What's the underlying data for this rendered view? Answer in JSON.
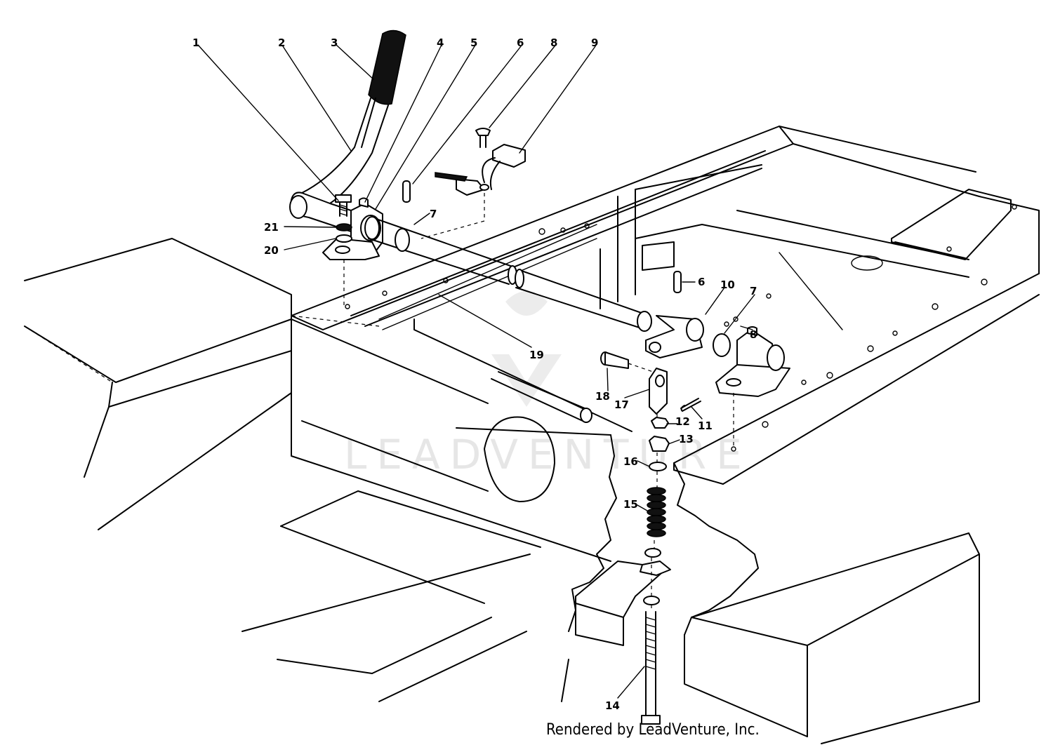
{
  "watermark": "LEADVENTURE",
  "credit": "Rendered by LeadVenture, Inc.",
  "callouts": [
    {
      "id": "1",
      "label": "1"
    },
    {
      "id": "2",
      "label": "2"
    },
    {
      "id": "3",
      "label": "3"
    },
    {
      "id": "4",
      "label": "4"
    },
    {
      "id": "5",
      "label": "5"
    },
    {
      "id": "6a",
      "label": "6"
    },
    {
      "id": "8a",
      "label": "8"
    },
    {
      "id": "9",
      "label": "9"
    },
    {
      "id": "7a",
      "label": "7"
    },
    {
      "id": "21",
      "label": "21"
    },
    {
      "id": "20",
      "label": "20"
    },
    {
      "id": "6b",
      "label": "6"
    },
    {
      "id": "10",
      "label": "10"
    },
    {
      "id": "7b",
      "label": "7"
    },
    {
      "id": "8b",
      "label": "8"
    },
    {
      "id": "19",
      "label": "19"
    },
    {
      "id": "18",
      "label": "18"
    },
    {
      "id": "17",
      "label": "17"
    },
    {
      "id": "12",
      "label": "12"
    },
    {
      "id": "11",
      "label": "11"
    },
    {
      "id": "13",
      "label": "13"
    },
    {
      "id": "16",
      "label": "16"
    },
    {
      "id": "15",
      "label": "15"
    },
    {
      "id": "14",
      "label": "14"
    }
  ]
}
